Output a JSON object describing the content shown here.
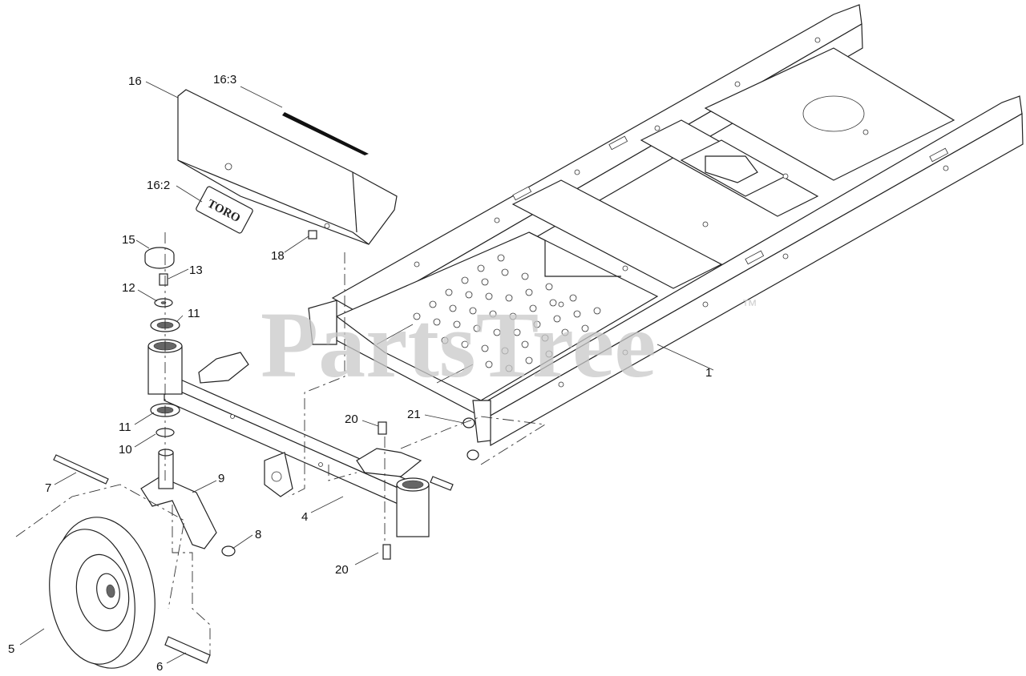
{
  "watermark": {
    "text": "PartsTree",
    "trademark": "™"
  },
  "logo": {
    "text": "TORO"
  },
  "callouts": [
    {
      "id": "c1",
      "label": "1"
    },
    {
      "id": "c4",
      "label": "4"
    },
    {
      "id": "c5",
      "label": "5"
    },
    {
      "id": "c6",
      "label": "6"
    },
    {
      "id": "c7",
      "label": "7"
    },
    {
      "id": "c8",
      "label": "8"
    },
    {
      "id": "c9",
      "label": "9"
    },
    {
      "id": "c10",
      "label": "10"
    },
    {
      "id": "c11a",
      "label": "11"
    },
    {
      "id": "c11b",
      "label": "11"
    },
    {
      "id": "c12",
      "label": "12"
    },
    {
      "id": "c13",
      "label": "13"
    },
    {
      "id": "c15",
      "label": "15"
    },
    {
      "id": "c16",
      "label": "16"
    },
    {
      "id": "c16_2",
      "label": "16:2"
    },
    {
      "id": "c16_3",
      "label": "16:3"
    },
    {
      "id": "c18",
      "label": "18"
    },
    {
      "id": "c20a",
      "label": "20"
    },
    {
      "id": "c20b",
      "label": "20"
    },
    {
      "id": "c21",
      "label": "21"
    }
  ]
}
